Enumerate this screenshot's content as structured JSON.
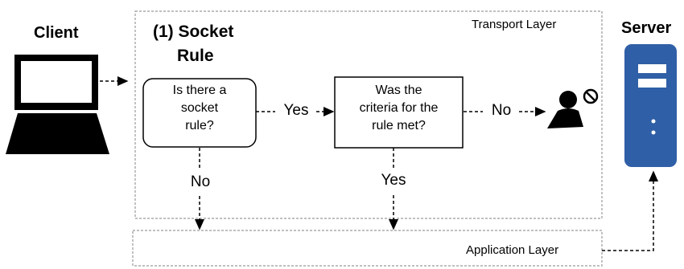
{
  "client": {
    "label": "Client"
  },
  "server": {
    "label": "Server"
  },
  "transport": {
    "label": "Transport Layer",
    "title_line1": "(1) Socket",
    "title_line2": "Rule"
  },
  "application": {
    "label": "Application Layer"
  },
  "decision1": {
    "line1": "Is there a",
    "line2": "socket",
    "line3": "rule?"
  },
  "decision2": {
    "line1": "Was the",
    "line2": "criteria for the",
    "line3": "rule met?"
  },
  "edges": {
    "yes1": "Yes",
    "no1": "No",
    "no2": "No",
    "yes2": "Yes"
  },
  "colors": {
    "server_blue": "#2f5fa6",
    "dashed_gray": "#9a9a9a",
    "black": "#000000"
  },
  "icons": {
    "client": "laptop-icon",
    "server": "server-icon",
    "blocked": "blocked-user-icon"
  }
}
